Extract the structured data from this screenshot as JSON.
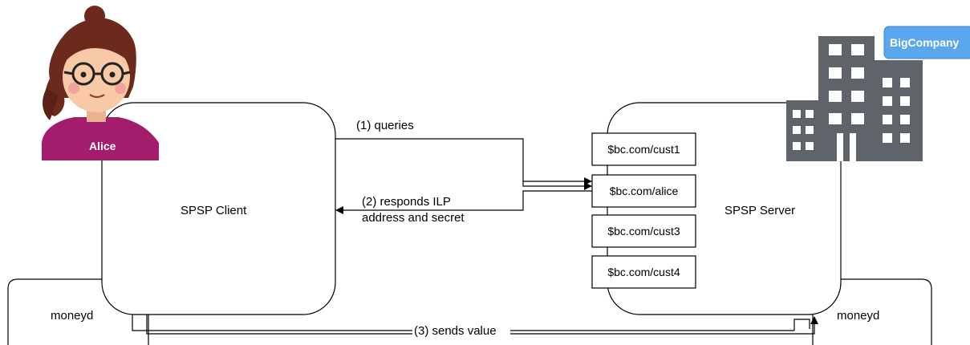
{
  "actors": {
    "alice": {
      "name": "Alice",
      "icon": "person-icon",
      "shirt_color": "#a31d6c",
      "hair_color": "#6b2a1c",
      "skin_color": "#f7c9a6"
    },
    "bigcompany": {
      "name": "BigCompany",
      "icon": "building-icon",
      "building_color": "#5f646b",
      "badge_color": "#5aa7ee"
    }
  },
  "nodes": {
    "client": {
      "label": "SPSP Client"
    },
    "server": {
      "label": "SPSP Server"
    },
    "moneyd_left": {
      "label": "moneyd"
    },
    "moneyd_right": {
      "label": "moneyd"
    }
  },
  "endpoints": [
    "$bc.com/cust1",
    "$bc.com/alice",
    "$bc.com/cust3",
    "$bc.com/cust4"
  ],
  "flows": {
    "query": {
      "label": "(1) queries"
    },
    "response": {
      "line1": "(2) responds ILP",
      "line2": "address and secret"
    },
    "send": {
      "label": "(3) sends value"
    }
  }
}
